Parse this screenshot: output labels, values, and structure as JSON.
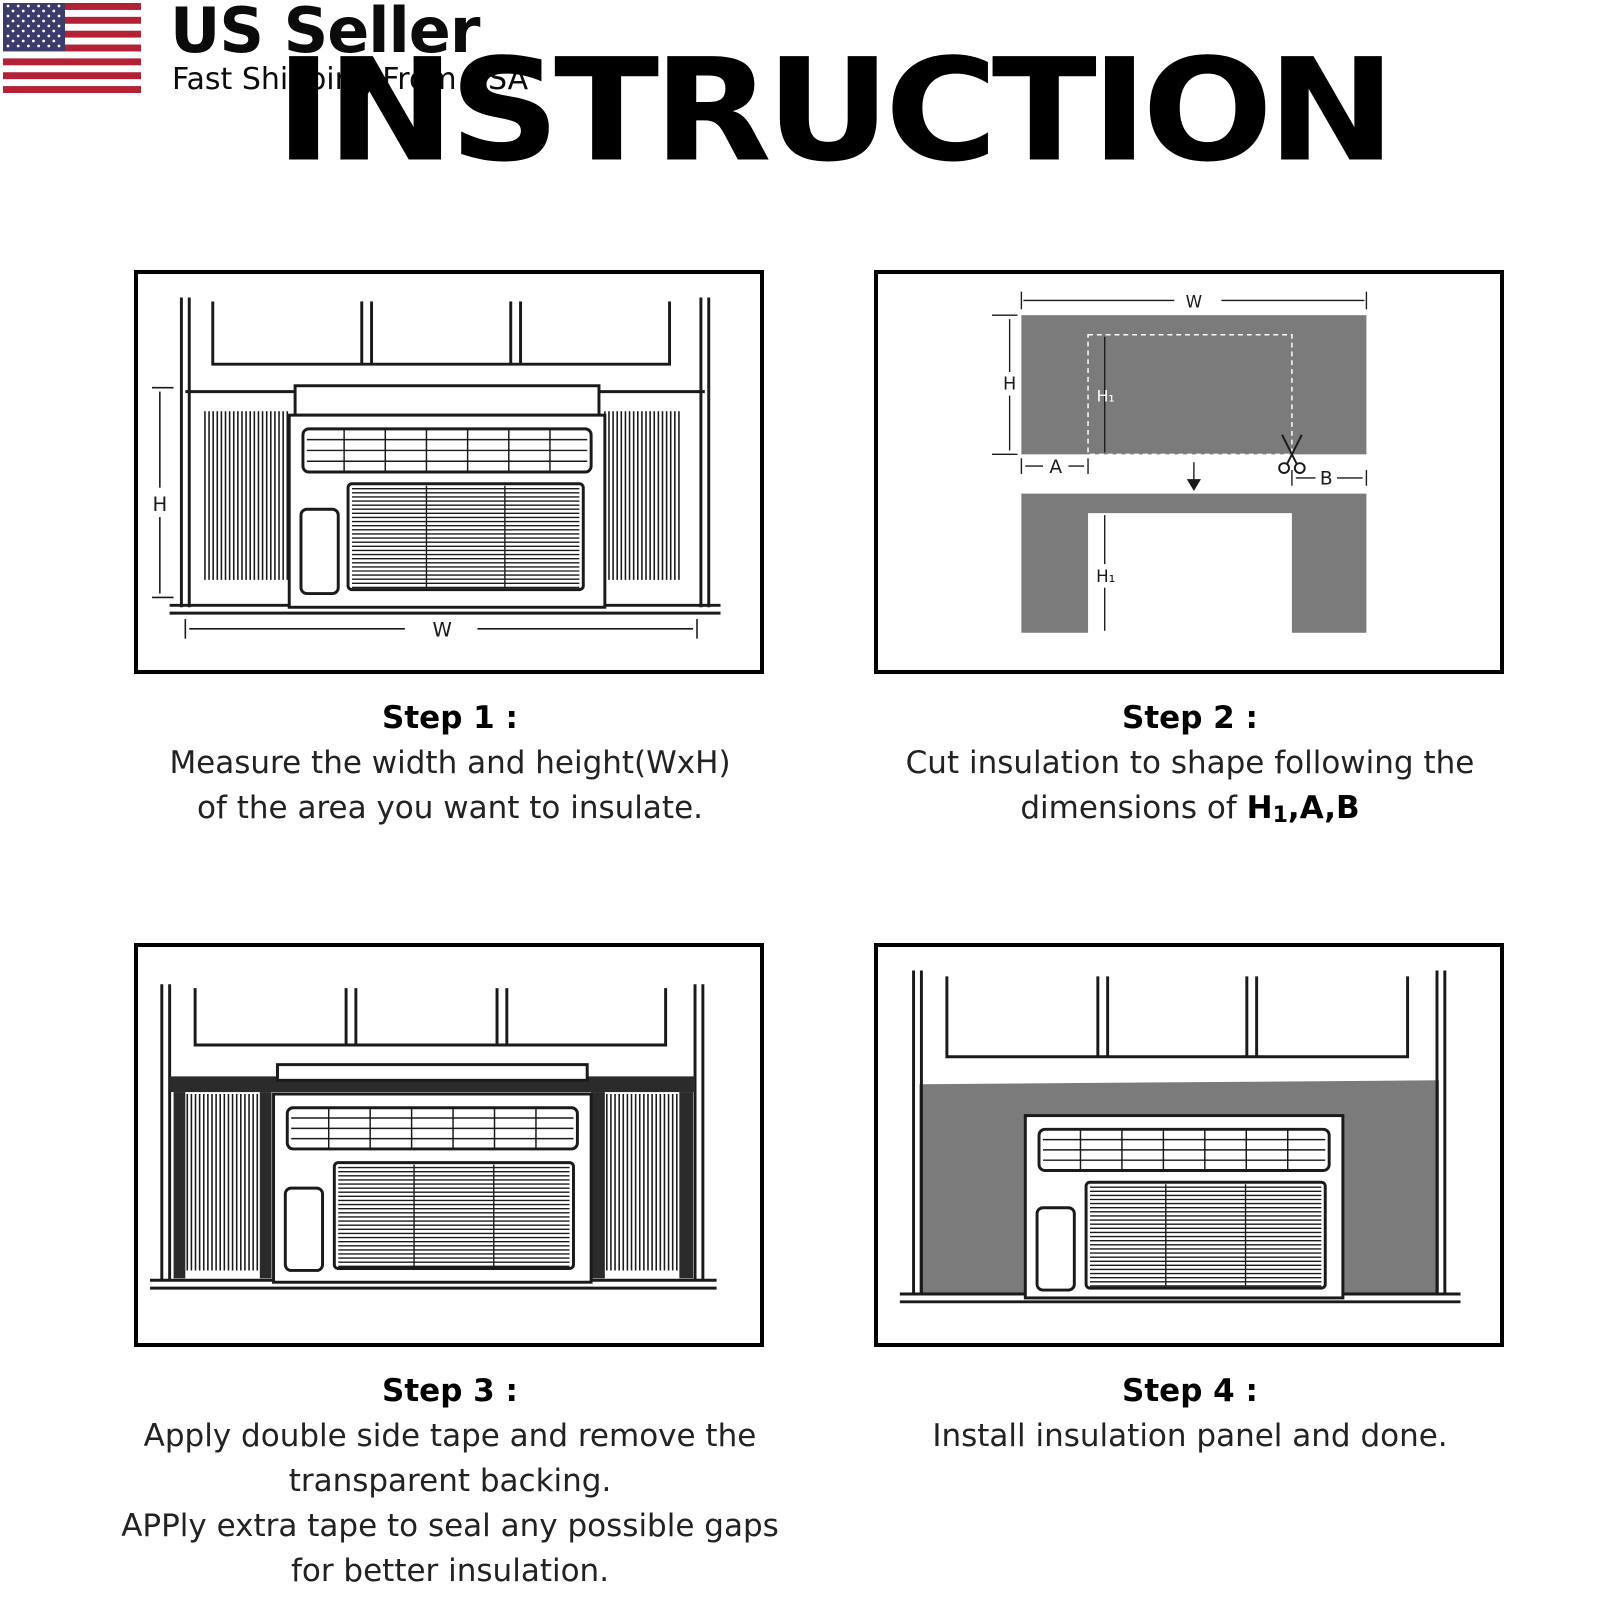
{
  "badge": {
    "title": "US Seller",
    "subtitle": "Fast Shipping From USA"
  },
  "header": {
    "title": "INSTRUCTION"
  },
  "colors": {
    "insulation_gray": "#7b7b7b",
    "line": "#1a1a1a",
    "flag_red": "#b22234",
    "flag_blue": "#3c3b6e"
  },
  "diagrams": {
    "panel1": {
      "label_h": "H",
      "label_w": "W"
    },
    "panel2": {
      "label_w": "W",
      "label_h": "H",
      "label_h1_top": "H₁",
      "label_a": "A",
      "label_b": "B",
      "label_h1_bottom": "H₁"
    }
  },
  "steps": [
    {
      "title": "Step 1 :",
      "lines": [
        "Measure the width and height(WxH)",
        "of the area you want to insulate."
      ]
    },
    {
      "title": "Step 2 :",
      "lines": [
        "Cut insulation to shape following the",
        "dimensions of "
      ],
      "dims_main": "H",
      "dims_sub": "1",
      "dims_rest": ",A,B"
    },
    {
      "title": "Step 3 :",
      "lines": [
        "Apply double side tape and remove the",
        "transparent backing.",
        "APPly extra tape to seal any possible gaps",
        "for better insulation."
      ]
    },
    {
      "title": "Step 4 :",
      "lines": [
        "Install insulation panel and done."
      ]
    }
  ]
}
